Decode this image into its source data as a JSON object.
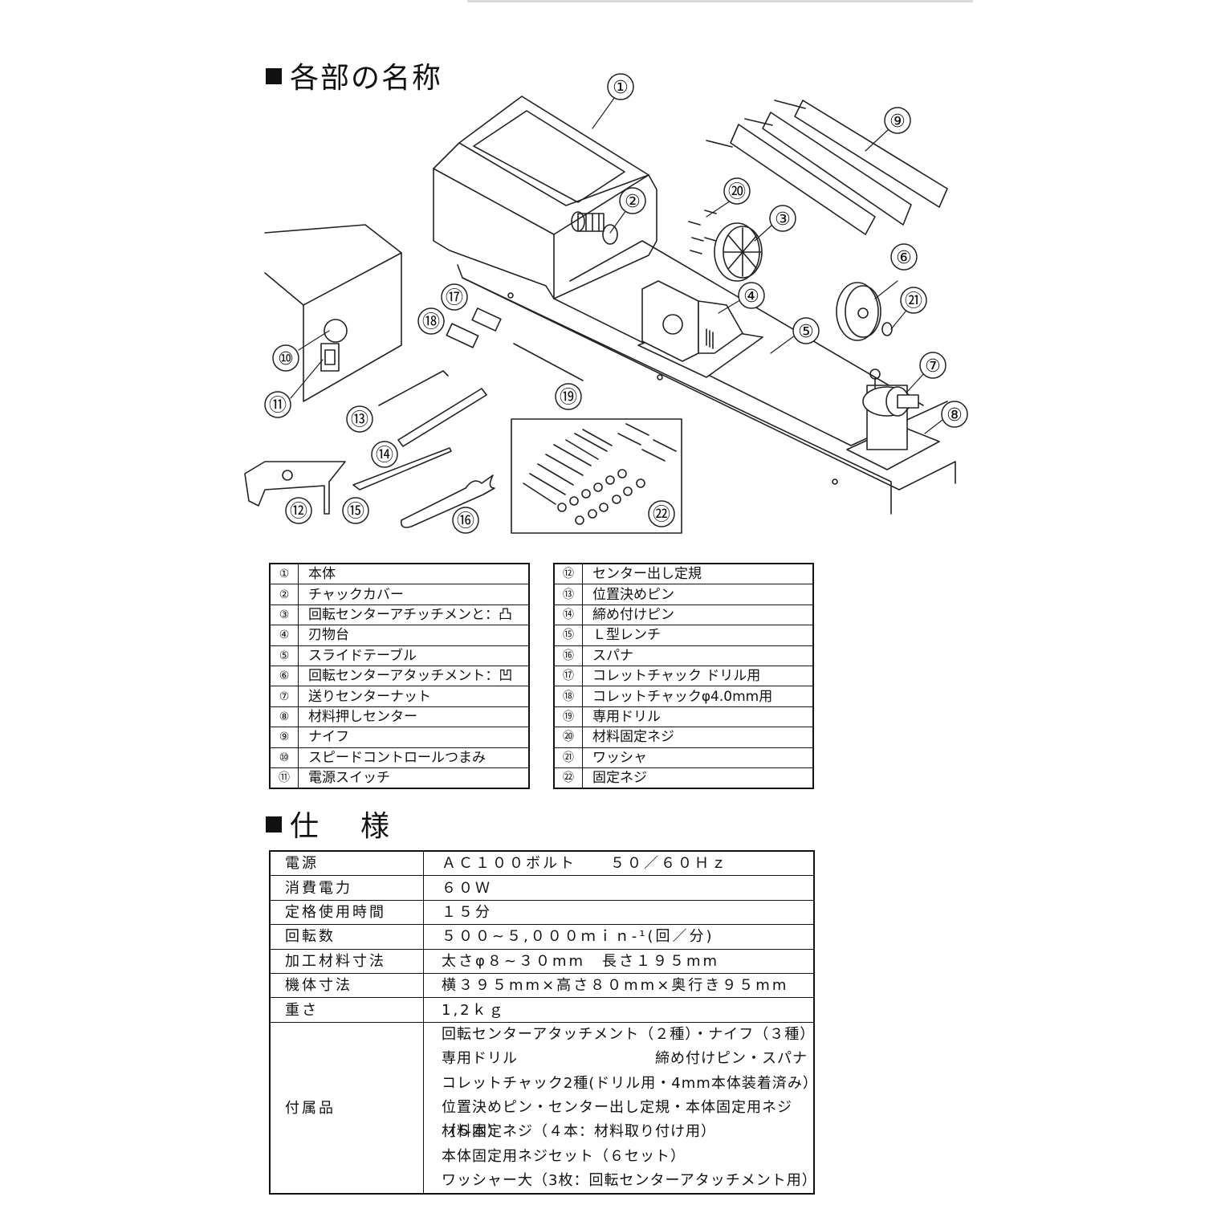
{
  "headings": {
    "parts": "各部の名称",
    "specs": "仕　様"
  },
  "diagram_callouts": [
    "①",
    "②",
    "③",
    "④",
    "⑤",
    "⑥",
    "⑦",
    "⑧",
    "⑨",
    "⑩",
    "⑪",
    "⑫",
    "⑬",
    "⑭",
    "⑮",
    "⑯",
    "⑰",
    "⑱",
    "⑲",
    "⑳",
    "㉑",
    "㉒"
  ],
  "parts_left": [
    {
      "num": "①",
      "name": "本体"
    },
    {
      "num": "②",
      "name": "チャックカバー"
    },
    {
      "num": "③",
      "name": "回転センターアチッチメンと：凸"
    },
    {
      "num": "④",
      "name": "刃物台"
    },
    {
      "num": "⑤",
      "name": "スライドテーブル"
    },
    {
      "num": "⑥",
      "name": "回転センターアタッチメント：凹"
    },
    {
      "num": "⑦",
      "name": "送りセンターナット"
    },
    {
      "num": "⑧",
      "name": "材料押しセンター"
    },
    {
      "num": "⑨",
      "name": "ナイフ"
    },
    {
      "num": "⑩",
      "name": "スピードコントロールつまみ"
    },
    {
      "num": "⑪",
      "name": "電源スイッチ"
    }
  ],
  "parts_right": [
    {
      "num": "⑫",
      "name": "センター出し定規"
    },
    {
      "num": "⑬",
      "name": "位置決めピン"
    },
    {
      "num": "⑭",
      "name": "締め付けピン"
    },
    {
      "num": "⑮",
      "name": "Ｌ型レンチ"
    },
    {
      "num": "⑯",
      "name": "スパナ"
    },
    {
      "num": "⑰",
      "name": "コレットチャック ドリル用"
    },
    {
      "num": "⑱",
      "name": "コレットチャックφ4.0mm用"
    },
    {
      "num": "⑲",
      "name": "専用ドリル"
    },
    {
      "num": "⑳",
      "name": "材料固定ネジ"
    },
    {
      "num": "㉑",
      "name": "ワッシャ"
    },
    {
      "num": "㉒",
      "name": "固定ネジ"
    }
  ],
  "specs": [
    {
      "label": "電源",
      "value": "ＡＣ１００ボルト　　５０／６０Ｈｚ"
    },
    {
      "label": "消費電力",
      "value": "６０Ｗ"
    },
    {
      "label": "定格使用時間",
      "value": "１５分"
    },
    {
      "label": "回転数",
      "value": "５００~５,０００ｍｉｎ-¹(回／分)"
    },
    {
      "label": "加工材料寸法",
      "value": "太さφ８~３０mm　長さ１９５mm"
    },
    {
      "label": "機体寸法",
      "value": "横３９５mm×高さ８０mm×奥行き９５mm"
    },
    {
      "label": "重さ",
      "value": "1,2ｋｇ"
    }
  ],
  "accessories": {
    "label": "付属品",
    "lines": [
      "回転センターアタッチメント（２種）・ナイフ（３種）",
      "専用ドリル　　　　　　　　　締め付けピン・スパナ",
      "コレットチャック2種(ドリル用・4mm本体装着済み）",
      "位置決めピン・センター出し定規・本体固定用ネジ（５本）",
      "材料固定ネジ（４本：材料取り付け用）",
      "本体固定用ネジセット（６セット）",
      "ワッシャー大（3枚：回転センターアタッチメント用）"
    ]
  }
}
